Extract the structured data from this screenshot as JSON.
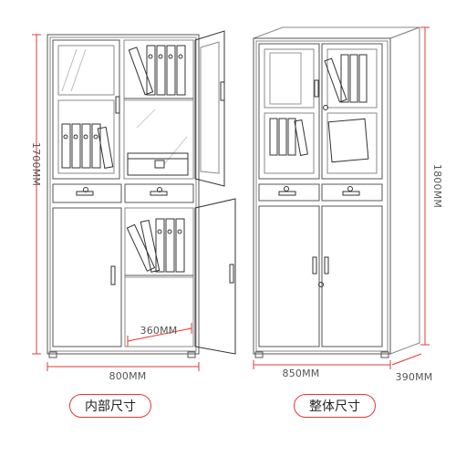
{
  "labels": {
    "interior_height": "1700MM",
    "interior_width": "800MM",
    "interior_depth": "360MM",
    "interior_title": "内部尺寸",
    "overall_height": "1800MM",
    "overall_width": "850MM",
    "overall_depth": "390MM",
    "overall_title": "整体尺寸"
  },
  "colors": {
    "accent": "#e53935",
    "line": "#555555"
  }
}
